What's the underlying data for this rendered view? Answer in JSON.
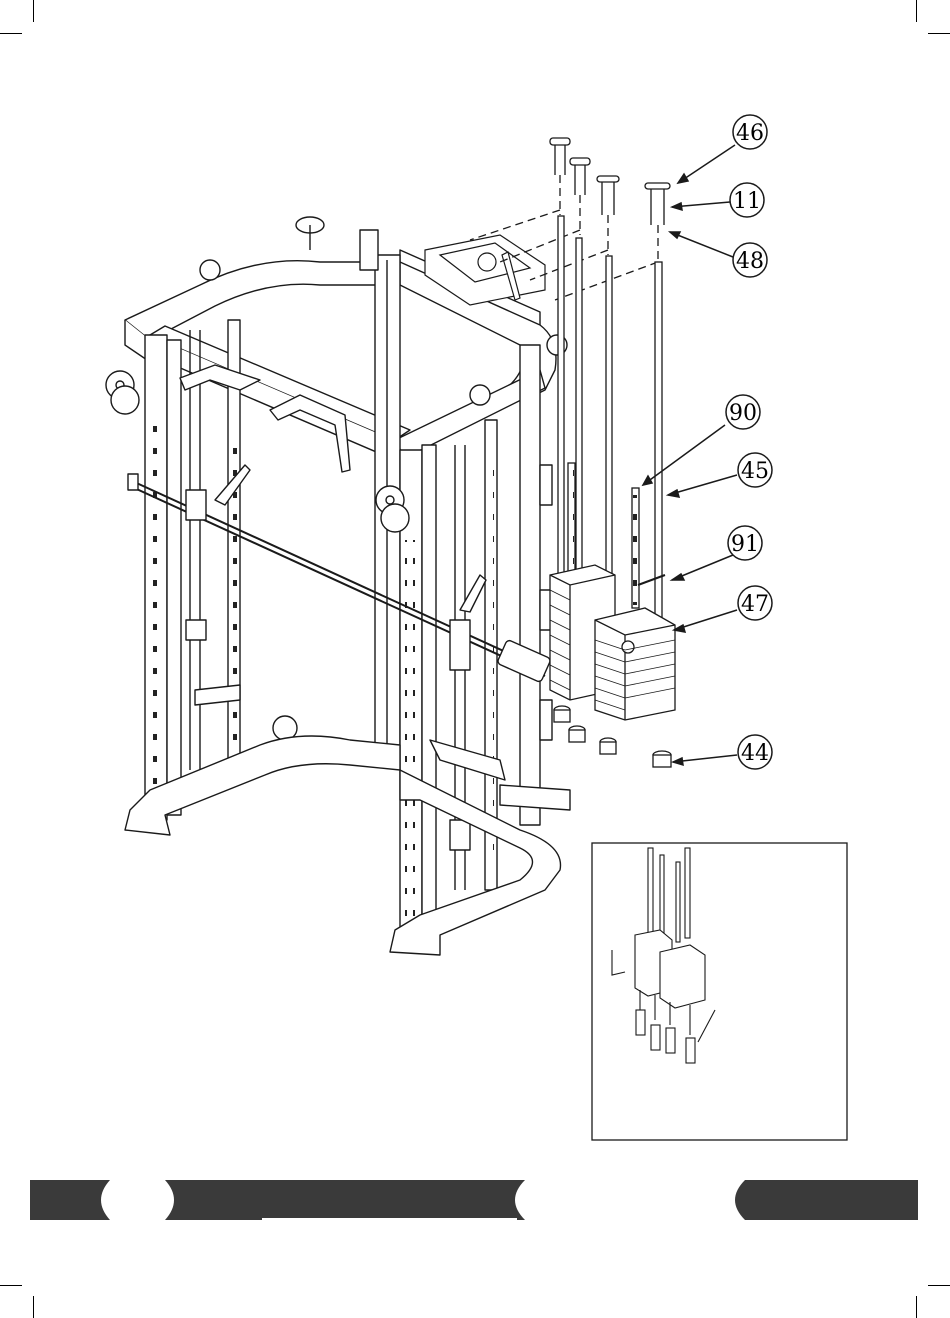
{
  "callouts": [
    {
      "number": "46"
    },
    {
      "number": "11"
    },
    {
      "number": "48"
    },
    {
      "number": "90"
    },
    {
      "number": "45"
    },
    {
      "number": "91"
    },
    {
      "number": "47"
    },
    {
      "number": "44"
    }
  ],
  "colors": {
    "line": "#1a1a1a",
    "footer_band": "#3a3a3a",
    "paper": "#ffffff"
  },
  "icons": {
    "machine": "smith-machine-frame-drawing",
    "weight_stack": "weight-stack-drawing",
    "inset": "inset-detail-drawing"
  }
}
